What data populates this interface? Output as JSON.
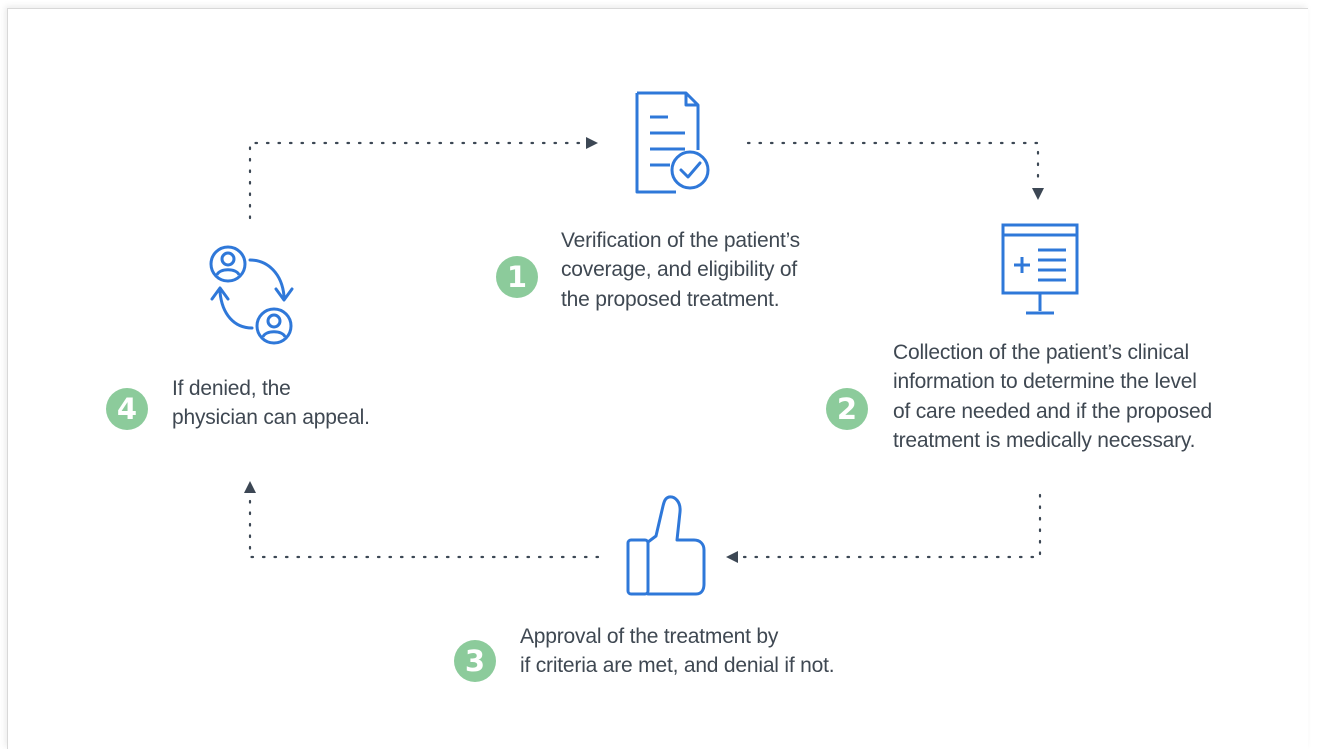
{
  "colors": {
    "icon_blue": "#2f78d9",
    "badge_green": "#8ccb9b",
    "text": "#3f4852",
    "arrow": "#3c4754"
  },
  "steps": [
    {
      "number": "1",
      "icon": "document-check-icon",
      "lines": [
        "Verification of the patient’s",
        "coverage, and eligibility of",
        "the proposed treatment."
      ]
    },
    {
      "number": "2",
      "icon": "monitor-plus-list-icon",
      "lines": [
        "Collection of the patient’s clinical",
        "information to determine the level",
        "of care needed and if the proposed",
        "treatment is medically necessary."
      ]
    },
    {
      "number": "3",
      "icon": "thumbs-up-icon",
      "lines": [
        "Approval of the treatment by",
        "if criteria are met, and denial if not."
      ]
    },
    {
      "number": "4",
      "icon": "people-exchange-icon",
      "lines": [
        "If denied, the",
        "physician can appeal."
      ]
    }
  ]
}
